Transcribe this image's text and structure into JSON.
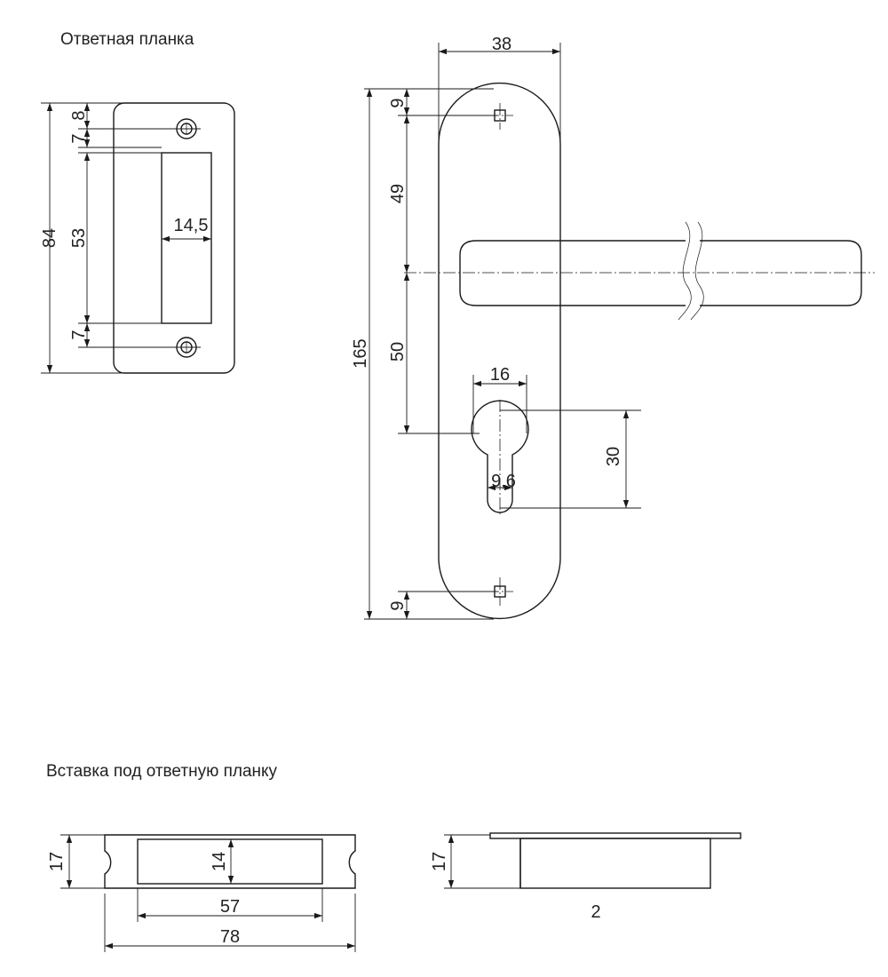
{
  "titles": {
    "strike_plate": "Ответная планка",
    "insert": "Вставка под ответную планку"
  },
  "strike_plate": {
    "dims": {
      "total_height": "84",
      "top_offset": "8",
      "hole_gap_top": "7",
      "opening_height": "53",
      "hole_gap_bottom": "7",
      "opening_width": "14,5"
    }
  },
  "handle_plate": {
    "dims": {
      "width": "38",
      "total_height": "165",
      "top_screw": "9",
      "to_handle_axis": "49",
      "handle_to_cylinder": "50",
      "cylinder_width": "16",
      "cylinder_height": "30",
      "cylinder_slot": "9,6",
      "bottom_screw": "9"
    }
  },
  "insert": {
    "dims": {
      "height": "17",
      "pocket_height": "14",
      "pocket_width": "57",
      "total_width": "78",
      "side_height": "17",
      "flange_thickness": "2"
    }
  }
}
